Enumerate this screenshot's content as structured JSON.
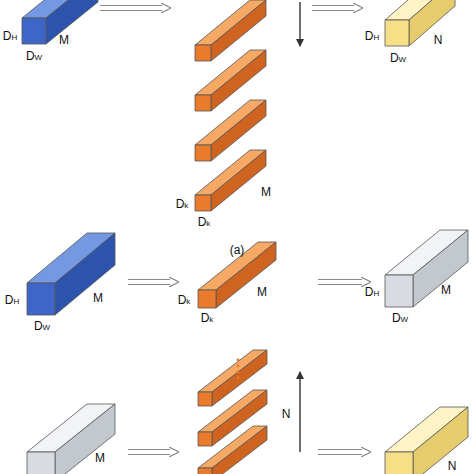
{
  "diagram": {
    "labels": [
      "DH",
      "M",
      "DW",
      "Dk",
      "Dk",
      "M",
      "DH",
      "N",
      "DW",
      "(a)",
      "DH",
      "M",
      "DW",
      "Dk",
      "Dk",
      "M",
      "DH",
      "M",
      "DW",
      "M",
      "N",
      "N"
    ]
  }
}
